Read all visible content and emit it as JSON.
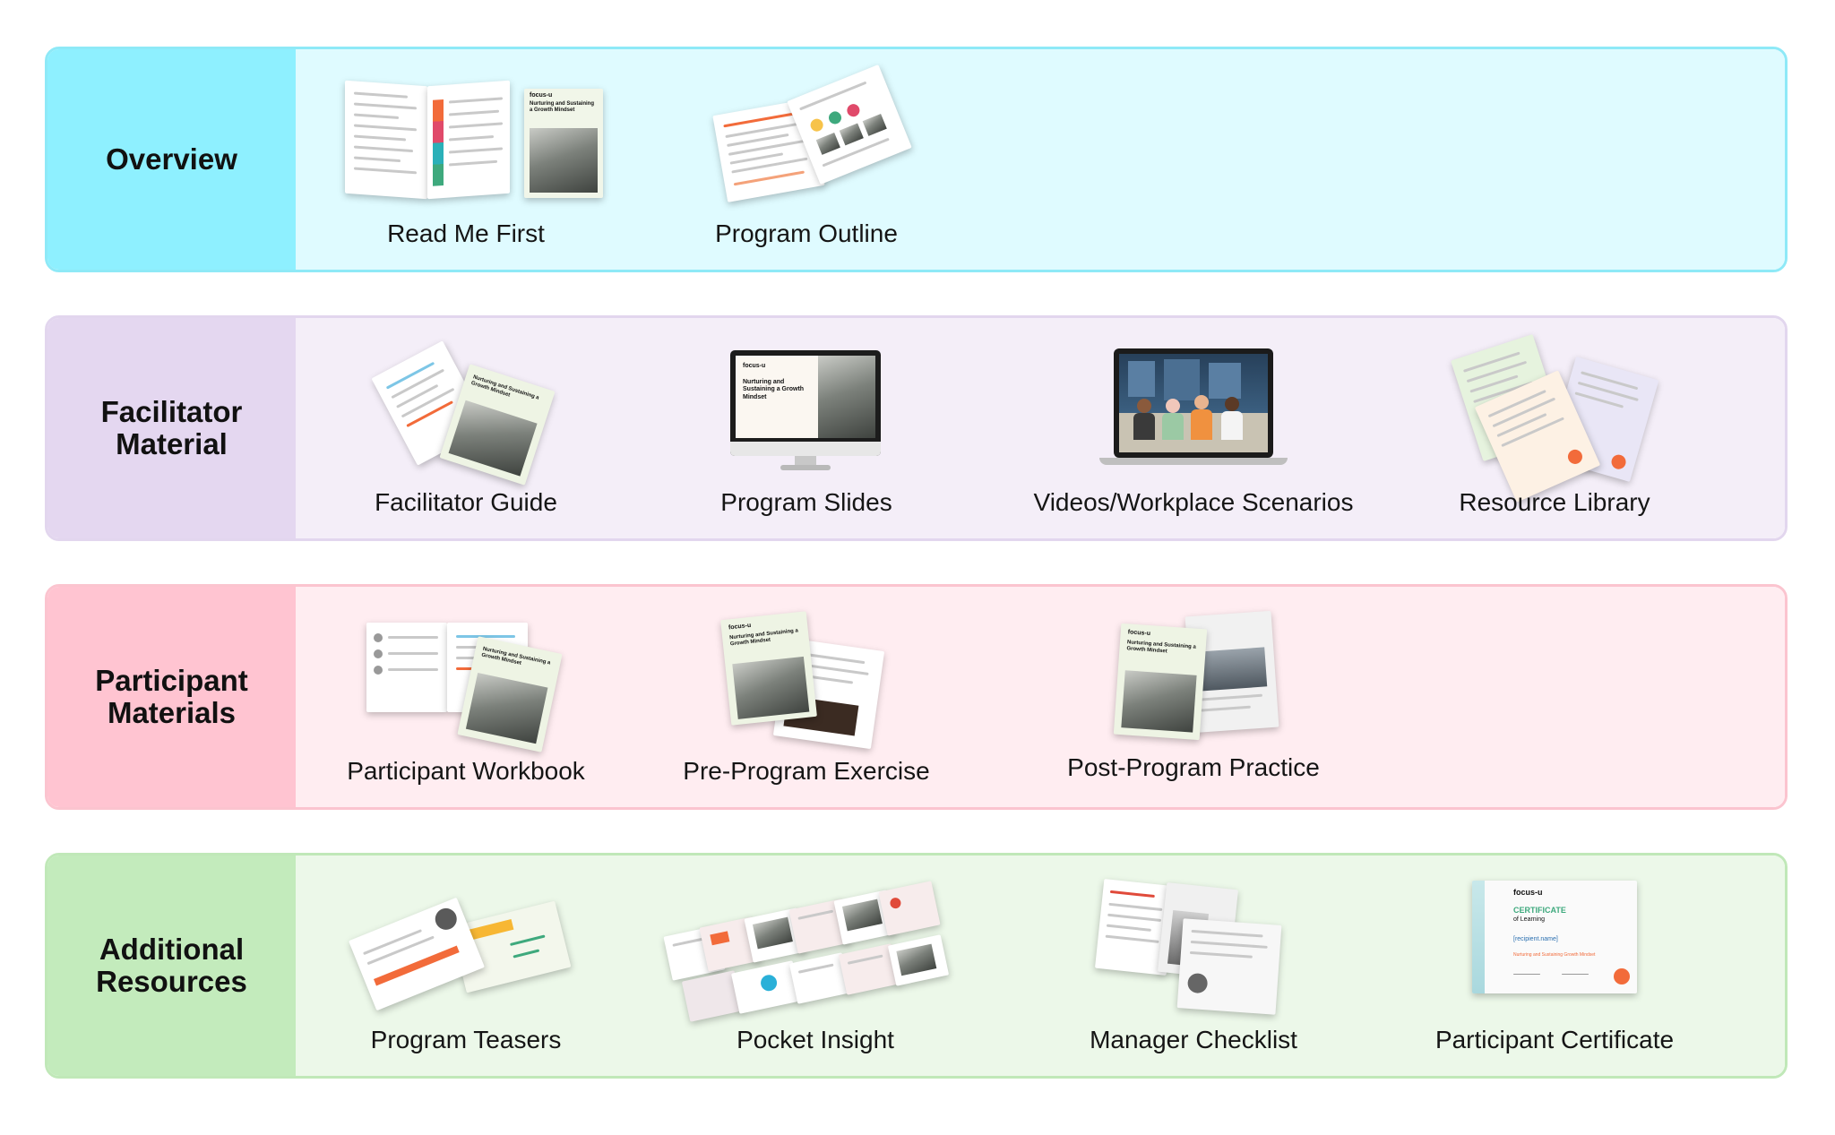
{
  "bands": [
    {
      "label": "Overview",
      "colors": {
        "label_bg": "#8ef0ff",
        "body_bg": "#dffbff",
        "border": "#8ee9f7"
      },
      "items": [
        "Read Me First",
        "Program Outline"
      ]
    },
    {
      "label": "Facilitator\nMaterial",
      "colors": {
        "label_bg": "#e4d7f0",
        "body_bg": "#f4eef8",
        "border": "#e2d6ee"
      },
      "items": [
        "Facilitator Guide",
        "Program Slides",
        "Videos/Workplace Scenarios",
        "Resource Library"
      ]
    },
    {
      "label": "Participant\nMaterials",
      "colors": {
        "label_bg": "#ffc4d1",
        "body_bg": "#ffedf1",
        "border": "#fbc4cf"
      },
      "items": [
        "Participant Workbook",
        "Pre-Program Exercise",
        "Post-Program Practice"
      ]
    },
    {
      "label": "Additional\nResources",
      "colors": {
        "label_bg": "#c3ebbc",
        "body_bg": "#ecf8e9",
        "border": "#c0e8b8"
      },
      "items": [
        "Program Teasers",
        "Pocket Insight",
        "Manager Checklist",
        "Participant Certificate"
      ]
    }
  ],
  "thumbnails": {
    "brand": "focus-u",
    "booklet_title": "Nurturing and Sustaining a Growth Mindset",
    "slide_title": "Nurturing and Sustaining a Growth Mindset",
    "certificate": {
      "brand": "focus-u",
      "title": "CERTIFICATE",
      "subtitle": "of Learning",
      "recipient": "[recipient.name]",
      "course": "Nurturing and Sustaining Growth Mindset"
    },
    "accent": "#f26b3a"
  }
}
